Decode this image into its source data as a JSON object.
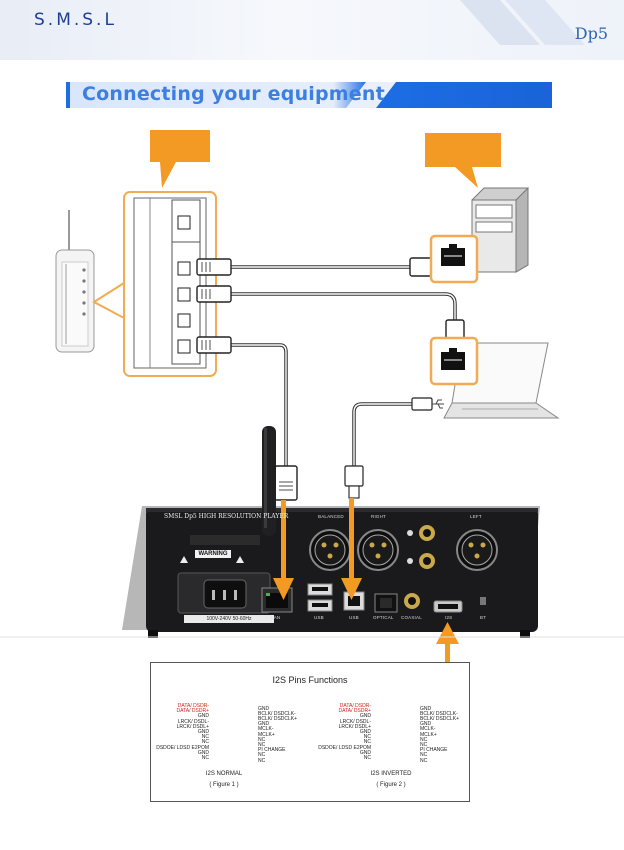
{
  "header": {
    "brand": "S.M.S.L",
    "model": "Dp5"
  },
  "section": {
    "title": "Connecting your equipment"
  },
  "colors": {
    "accent_blue": "#1d6ee6",
    "callout_orange": "#f39a24",
    "arrow_orange": "#f39a24",
    "pin_red": "#d0231d"
  },
  "dac_panel": {
    "title": "SMSL Dp5  HIGH RESOLUTION PLAYER",
    "warning": "WARNING",
    "rating": "100V-240V 50-60Hz",
    "ports": {
      "balanced": "BALANCED",
      "right": "RIGHT",
      "left": "LEFT",
      "lan": "LAN",
      "usb1": "USB",
      "usb2": "USB",
      "optical": "OPTICAL",
      "coaxial": "COAXIAL",
      "i2s": "I2S",
      "bt": "BT"
    }
  },
  "i2s": {
    "title": "I2S Pins Functions",
    "normal": {
      "left": [
        "DATA/ DSDR-",
        "DATA/ DSDR+",
        "GND",
        "LRCK/ DSDL-",
        "LRCK/ DSDL+",
        "GND",
        "NC",
        "NC",
        "DSDOE/ LDSD E2POM",
        "GND",
        "NC"
      ],
      "right": [
        "GND",
        "BCLK/ DSDCLK-",
        "BCLK/ DSDCLK+",
        "GND",
        "MCLK-",
        "MCLK+",
        "NC",
        "NC",
        "PI CHANGE",
        "NC",
        "NC"
      ],
      "name": "I2S NORMAL",
      "caption": "( Figure 1 )"
    },
    "inverted": {
      "left": [
        "DATA/ DSDR-",
        "DATA/ DSDR+",
        "GND",
        "LRCK/ DSDL-",
        "LRCK/ DSDL+",
        "GND",
        "NC",
        "NC",
        "DSDOE/ LDSD E2POM",
        "GND",
        "NC"
      ],
      "right": [
        "GND",
        "BCLK/ DSDCLK-",
        "BCLK/ DSDCLK+",
        "GND",
        "MCLK-",
        "MCLK+",
        "NC",
        "NC",
        "PI CHANGE",
        "NC",
        "NC"
      ],
      "name": "I2S INVERTED",
      "caption": "( Figure 2 )"
    }
  }
}
